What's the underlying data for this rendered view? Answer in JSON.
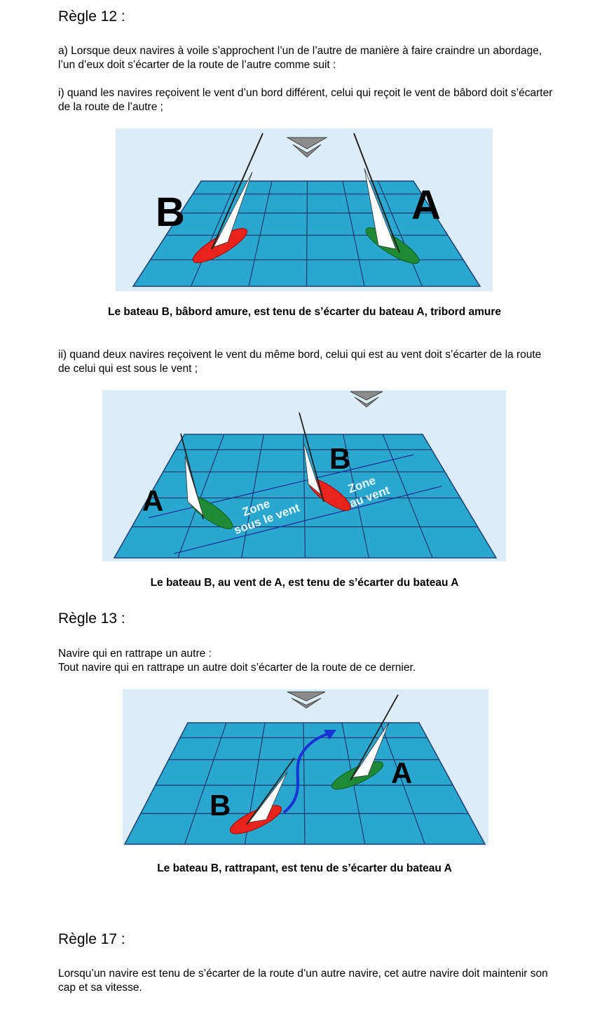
{
  "rule12": {
    "title": "Règle 12 :",
    "intro": "a) Lorsque deux navires à voile s’approchent l’un de l’autre de manière à faire craindre un abordage, l’un d’eux doit s’écarter de la route de l’autre comme suit :",
    "case_i": "i) quand les navires reçoivent le vent d’un bord différent, celui qui reçoit le vent de bâbord doit s’écarter de la route de l’autre ;",
    "diagram1": {
      "label_b": "B",
      "label_a": "A"
    },
    "caption1": "Le bateau B, bâbord amure, est tenu de s’écarter du bateau A, tribord amure",
    "case_ii": "ii) quand deux navires reçoivent le vent du même bord, celui qui est au vent doit s’écarter de la route de celui qui est sous le vent ;",
    "diagram2": {
      "label_a": "A",
      "label_b": "B",
      "zone_leeward_1": "Zone",
      "zone_leeward_2": "sous le vent",
      "zone_windward_1": "Zone",
      "zone_windward_2": "au vent"
    },
    "caption2": "Le bateau B, au vent de A, est tenu de s’écarter du bateau A"
  },
  "rule13": {
    "title": "Règle 13 :",
    "line1": "Navire qui en rattrape un autre :",
    "line2": "Tout navire qui en rattrape un autre doit s’écarter de la route de ce dernier.",
    "diagram3": {
      "label_b": "B",
      "label_a": "A"
    },
    "caption3": "Le bateau B, rattrapant, est tenu de s’écarter du bateau A"
  },
  "rule17": {
    "title": "Règle 17 :",
    "text": "Lorsqu’un navire est tenu de s’écarter de la route d’un autre navire, cet autre navire doit maintenir son cap et sa vitesse."
  },
  "colors": {
    "sky": "#dcedfa",
    "water": "#2aa7cf",
    "grid": "#1f3f73",
    "red_boat": "#e8231c",
    "green_boat": "#1f8a34",
    "arrow": "#1733d6"
  }
}
